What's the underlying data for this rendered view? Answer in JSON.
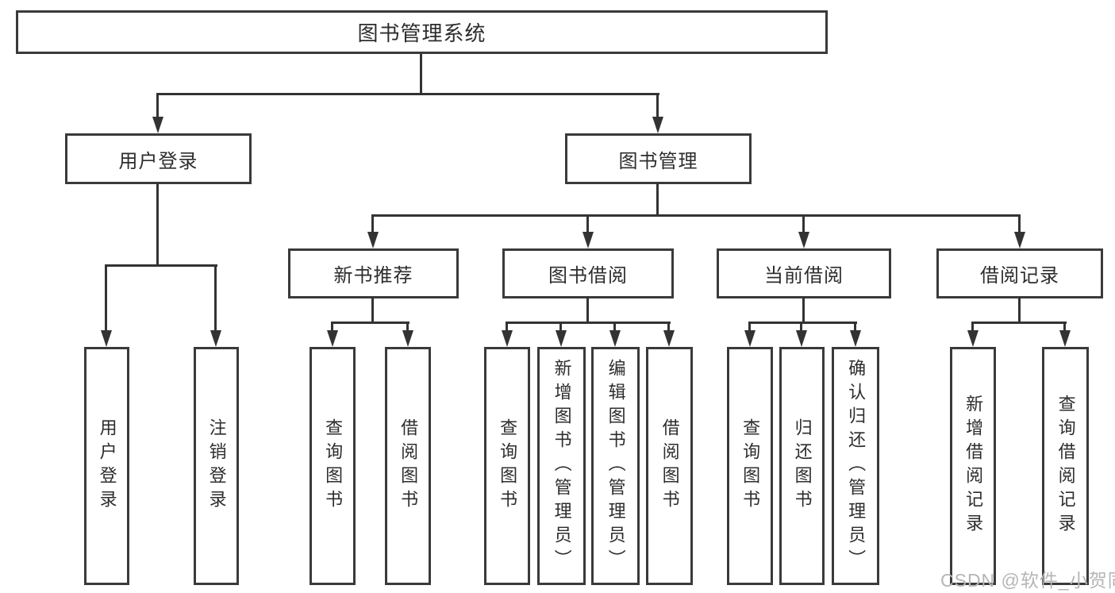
{
  "tree": {
    "label": "图书管理系统",
    "children": [
      {
        "label": "用户登录",
        "children": [
          {
            "label": "用户登录"
          },
          {
            "label": "注销登录"
          }
        ]
      },
      {
        "label": "图书管理",
        "children": [
          {
            "label": "新书推荐",
            "children": [
              {
                "label": "查询图书"
              },
              {
                "label": "借阅图书"
              }
            ]
          },
          {
            "label": "图书借阅",
            "children": [
              {
                "label": "查询图书"
              },
              {
                "label": "新增图书（管理员）"
              },
              {
                "label": "编辑图书（管理员）"
              },
              {
                "label": "借阅图书"
              }
            ]
          },
          {
            "label": "当前借阅",
            "children": [
              {
                "label": "查询图书"
              },
              {
                "label": "归还图书"
              },
              {
                "label": "确认归还（管理员）"
              }
            ]
          },
          {
            "label": "借阅记录",
            "children": [
              {
                "label": "新增借阅记录"
              },
              {
                "label": "查询借阅记录"
              }
            ]
          }
        ]
      }
    ]
  },
  "watermark": {
    "text": "CSDN @软件_小贺同学"
  },
  "colors": {
    "box_border": "#3a3a3a",
    "connector": "#333333",
    "text": "#2d2d2d",
    "watermark": "#b5b5b5",
    "background": "#ffffff"
  }
}
